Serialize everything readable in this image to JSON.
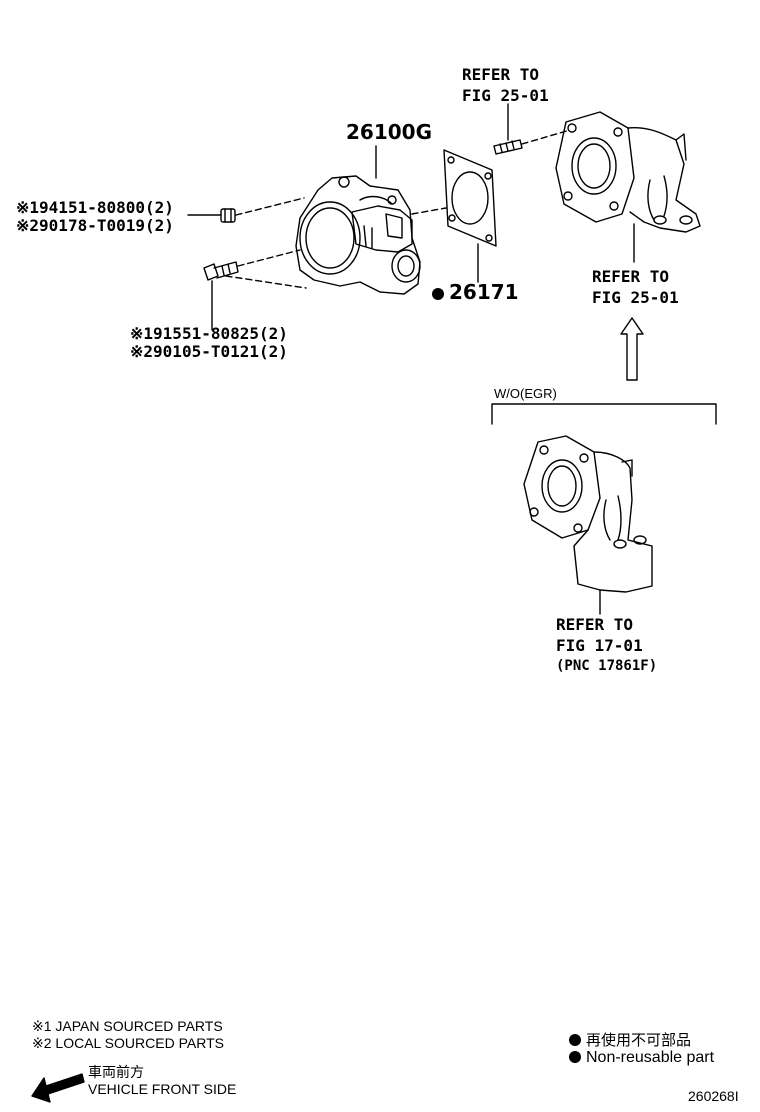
{
  "callouts": {
    "throttle_body": "26100G",
    "gasket": "26171",
    "nut_line1": "※194151-80800(2)",
    "nut_line2": "※290178-T0019(2)",
    "bolt_line1": "※191551-80825(2)",
    "bolt_line2": "※290105-T0121(2)"
  },
  "references": {
    "stud_refer_line1": "REFER TO",
    "stud_refer_line2": "FIG 25-01",
    "manifold_refer_line1": "REFER TO",
    "manifold_refer_line2": "FIG 25-01",
    "alt_refer_line1": "REFER TO",
    "alt_refer_line2": "FIG 17-01",
    "alt_refer_line3": "(PNC 17861F)"
  },
  "variant_label": "W/O(EGR)",
  "legend": {
    "japan_parts": "※1 JAPAN SOURCED PARTS",
    "local_parts": "※2 LOCAL SOURCED PARTS",
    "front_jp": "車両前方",
    "front_en": "VEHICLE FRONT SIDE",
    "nonreusable_jp": "再使用不可部品",
    "nonreusable_en": "Non-reusable part"
  },
  "figure_id": "260268I",
  "icons": {
    "nonreusable_marker": "filled-circle",
    "front_arrow": "arrow-left-down",
    "refer_arrow": "hollow-arrow-up"
  },
  "colors": {
    "ink": "#000000",
    "paper": "#ffffff"
  }
}
